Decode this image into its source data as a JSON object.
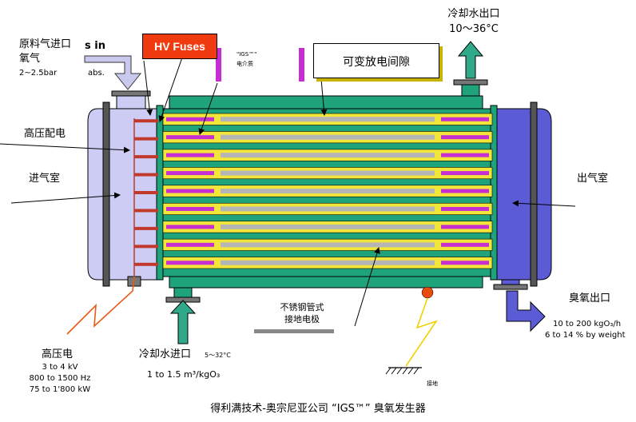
{
  "labels": {
    "feed_gas_inlet": "原料气进口",
    "oxygen": "氧气",
    "pressure": "2~2.5bar",
    "gas_in_fragment": "s in",
    "abs_fragment": "abs.",
    "hv_fuses": "HV Fuses",
    "igs_dielectric_line1": "\"IGS™\"",
    "igs_dielectric_line2": "电介质",
    "variable_discharge_gap": "可变放电间隙",
    "cooling_water_outlet": "冷却水出口",
    "cooling_water_outlet_temp": "10～36°C",
    "hv_distribution": "高压配电",
    "inlet_chamber": "进气室",
    "outlet_chamber": "出气室",
    "ozone_outlet": "臭氧出口",
    "ozone_output_line1": "10 to 200 kgO₃/h",
    "ozone_output_line2": "6 to 14 % by weight",
    "stainless_line1": "不锈钢管式",
    "stainless_line2": "接地电极",
    "high_voltage": "高压电",
    "hv_spec_1": "3 to 4 kV",
    "hv_spec_2": "800 to 1500 Hz",
    "hv_spec_3": "75 to 1'800 kW",
    "cooling_water_inlet": "冷却水进口",
    "cooling_water_inlet_temp": "5～32°C",
    "cooling_water_flow": "1 to 1.5 m³/kgO₃",
    "ground_label": "接地",
    "caption": "得利满技术-奥宗尼亚公司 “IGS™” 臭氧发生器"
  },
  "colors": {
    "shell_green": "#1fa37a",
    "tube_stripe_yellow": "#f2e63a",
    "electrode_magenta": "#c62ed1",
    "dielectric_grey": "#b5b5b5",
    "chamber_lavender": "#ccccf4",
    "outlet_blue": "#5b5bd6",
    "arrow_green": "#2fa98a",
    "arrow_lavender": "#c9c9ee",
    "fuse_red": "#c0392b",
    "hv_line_orange": "#e85a1a",
    "ground_yellow": "#f0d000"
  }
}
